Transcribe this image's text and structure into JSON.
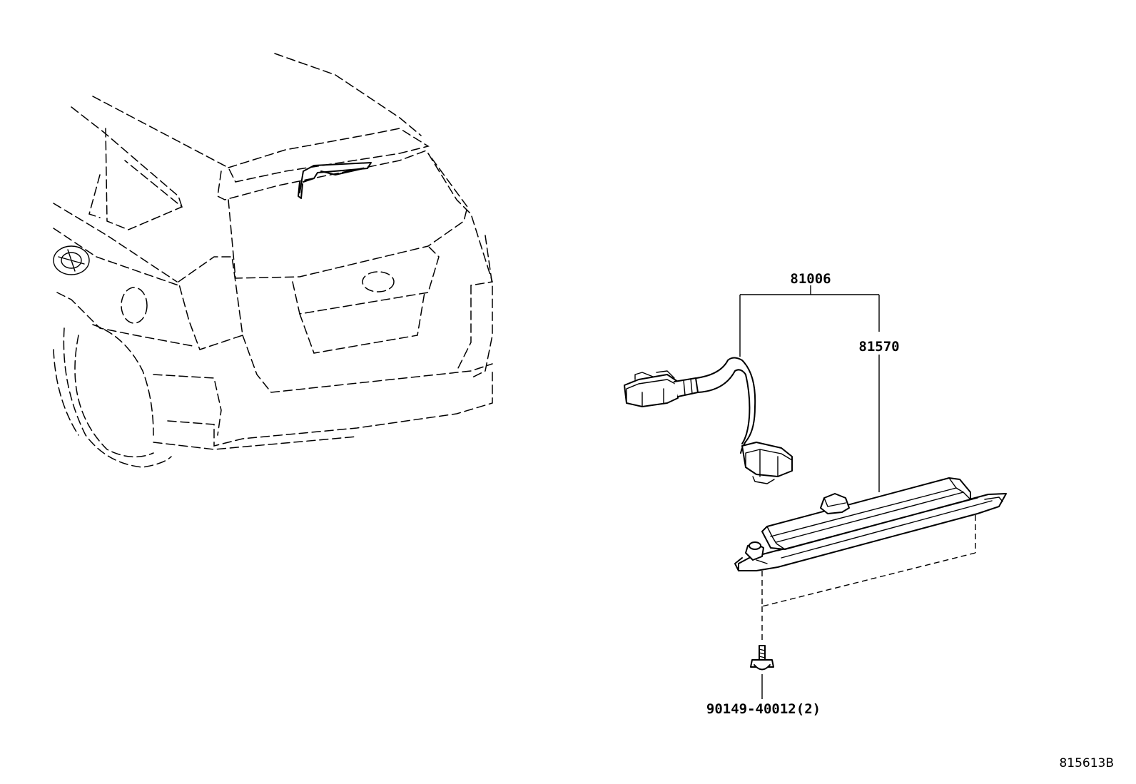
{
  "diagram": {
    "reference_code": "815613B",
    "callouts": {
      "lamp_assembly": "81006",
      "lamp_unit": "81570",
      "screw": "90149-40012(2)"
    }
  },
  "colors": {
    "line": "#000000",
    "background": "#ffffff"
  }
}
